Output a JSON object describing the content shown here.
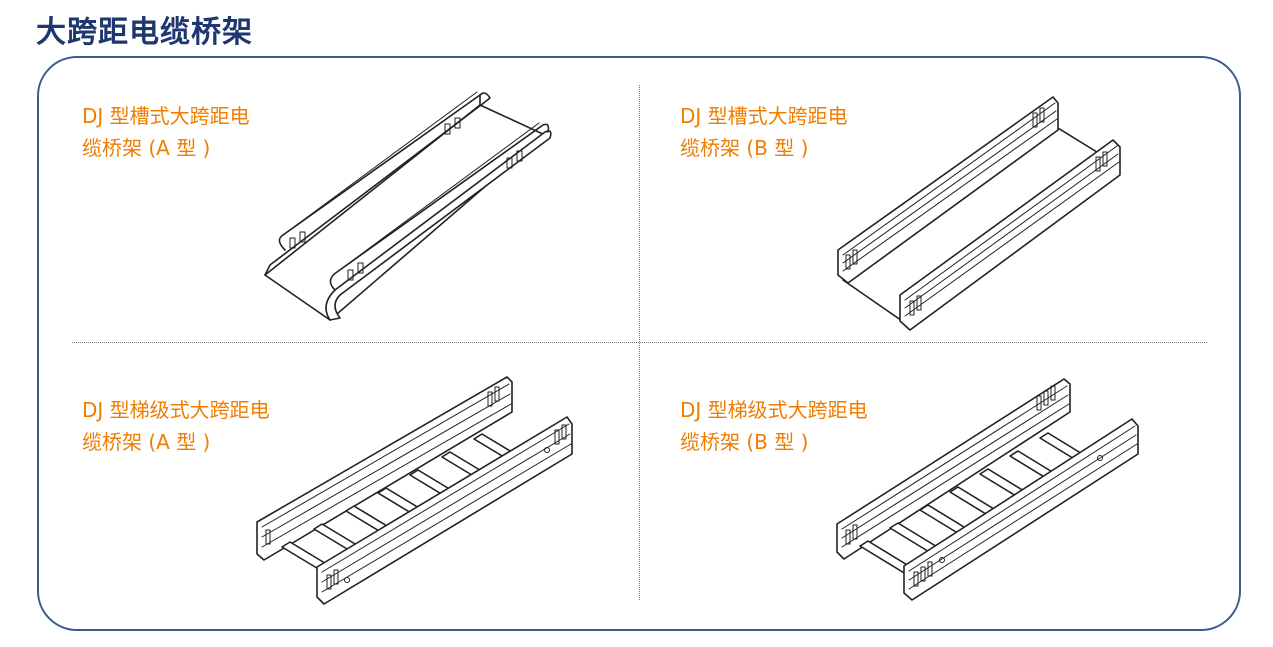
{
  "title": "大跨距电缆桥架",
  "items": [
    {
      "line1": "DJ 型槽式大跨距电",
      "line2": "缆桥架 (A 型 )",
      "icon": "trough-tray-a-icon"
    },
    {
      "line1": "DJ 型槽式大跨距电",
      "line2": "缆桥架 (B 型 )",
      "icon": "trough-tray-b-icon"
    },
    {
      "line1": "DJ 型梯级式大跨距电",
      "line2": "缆桥架 (A 型 )",
      "icon": "ladder-tray-a-icon"
    },
    {
      "line1": "DJ 型梯级式大跨距电",
      "line2": "缆桥架 (B 型 )",
      "icon": "ladder-tray-b-icon"
    }
  ],
  "colors": {
    "title": "#1e3770",
    "label": "#ef7d00",
    "border": "#3d5a8c"
  }
}
